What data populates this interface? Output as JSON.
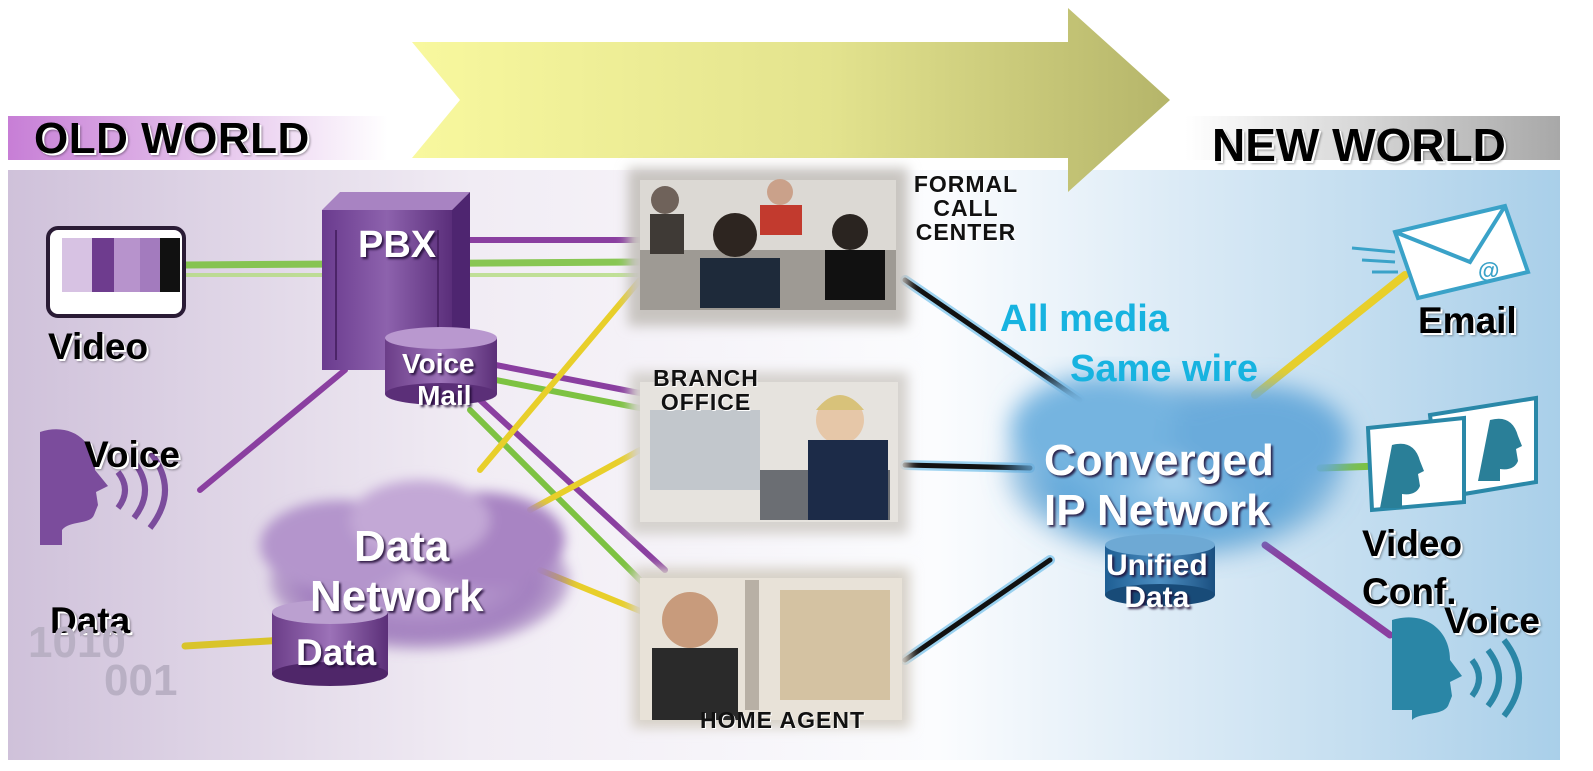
{
  "header": {
    "old_world": "OLD WORLD",
    "new_world": "NEW WORLD"
  },
  "old_world": {
    "video": "Video",
    "voice": "Voice",
    "data": "Data",
    "binary_line1": "1010",
    "binary_line2": "001",
    "pbx": "PBX",
    "voice_mail_line1": "Voice",
    "voice_mail_line2": "Mail",
    "data_network_line1": "Data",
    "data_network_line2": "Network",
    "data_store": "Data"
  },
  "sites": {
    "call_center_line1": "FORMAL",
    "call_center_line2": "CALL",
    "call_center_line3": "CENTER",
    "branch_line1": "BRANCH",
    "branch_line2": "OFFICE",
    "home": "HOME AGENT"
  },
  "new_world": {
    "all_media": "All media",
    "same_wire": "Same wire",
    "converged_line1": "Converged",
    "converged_line2": "IP Network",
    "unified_line1": "Unified",
    "unified_line2": "Data",
    "email": "Email",
    "video_conf_line1": "Video",
    "video_conf_line2": "Conf.",
    "voice": "Voice"
  },
  "colors": {
    "old_world_tint": "#c79ad8",
    "new_world_tint": "#8fc3e6",
    "arrow_start": "#f7f7a0",
    "arrow_end": "#b8b86a",
    "label_cyan": "#17b3e0",
    "line_purple": "#8a3fa0",
    "line_green": "#7dc242",
    "line_yellow": "#e8cf2a",
    "line_black": "#111111"
  }
}
